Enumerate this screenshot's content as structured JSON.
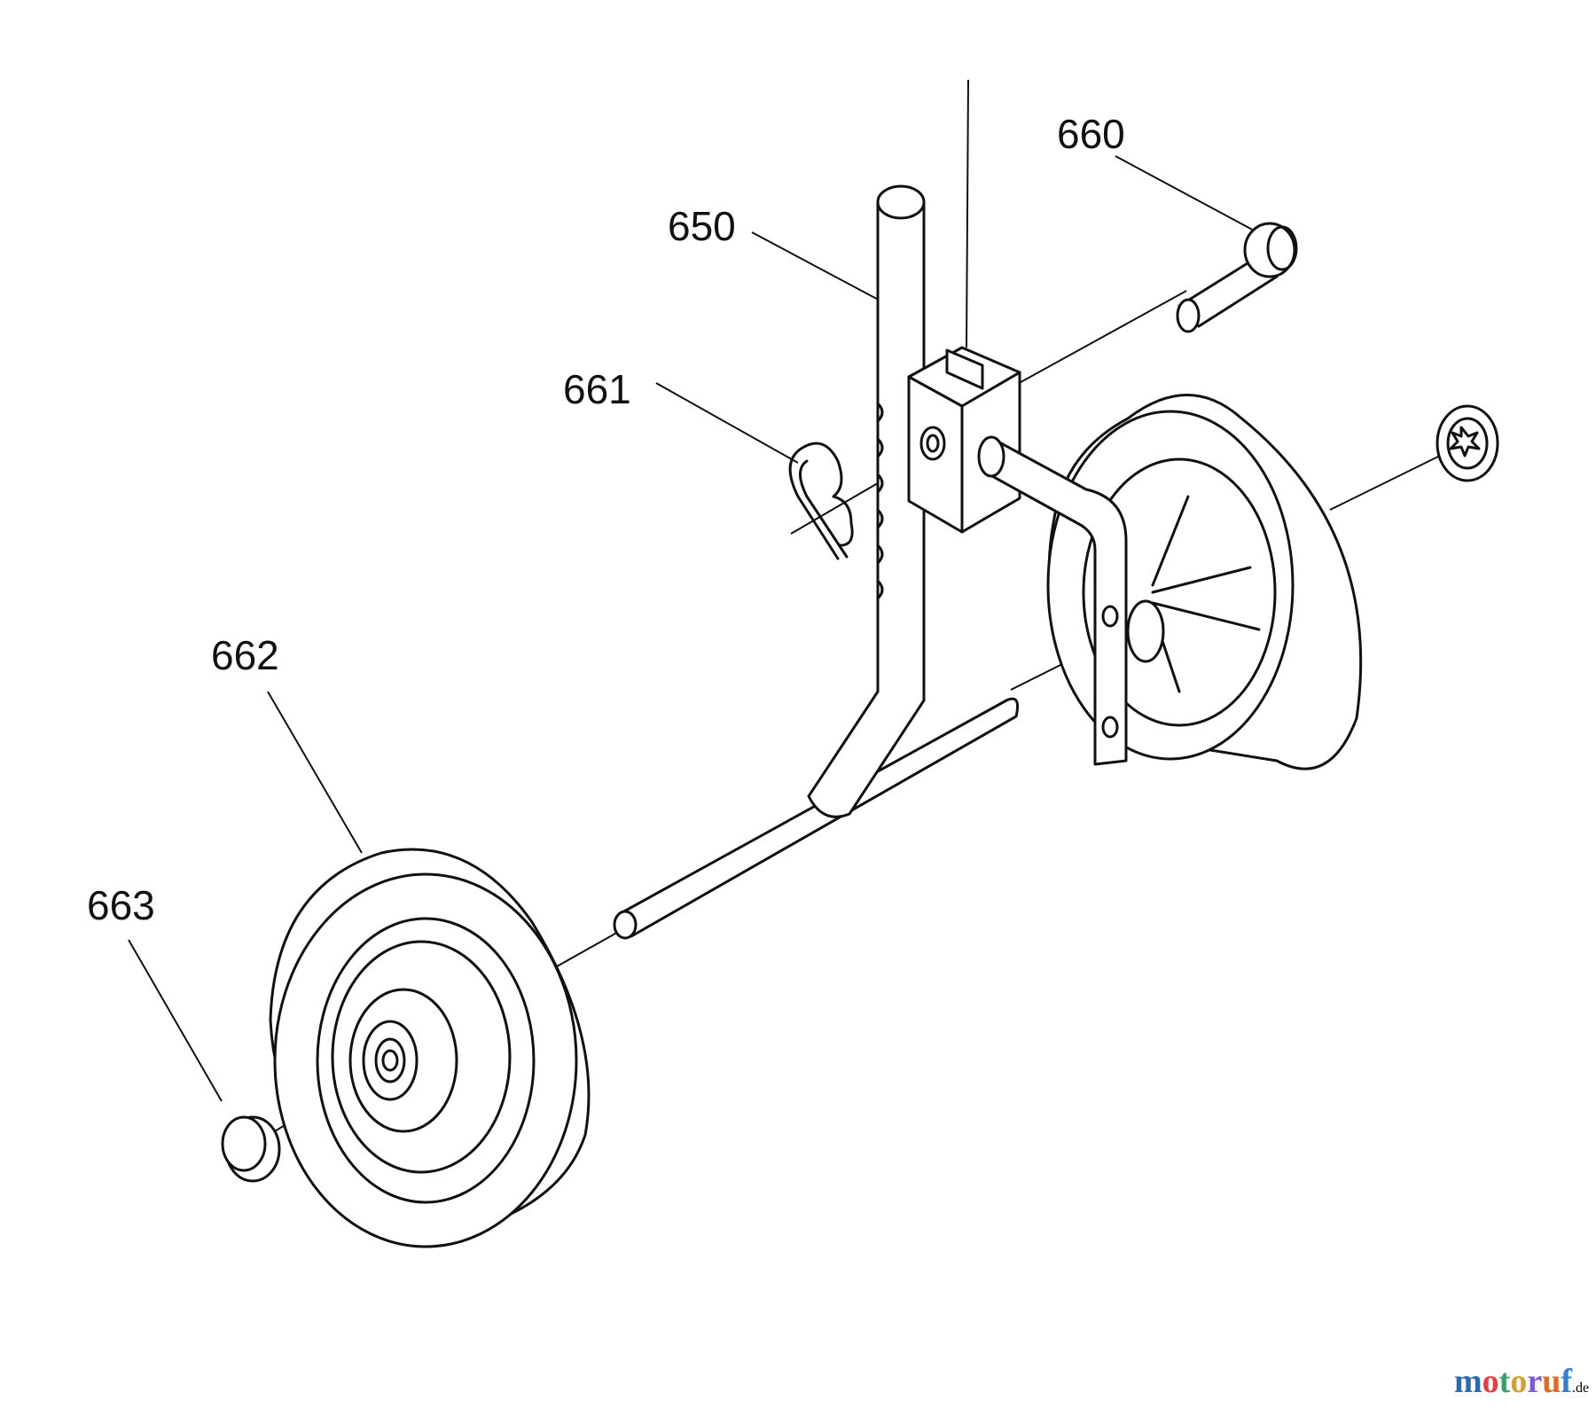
{
  "diagram": {
    "parts": [
      {
        "number": "650"
      },
      {
        "number": "660"
      },
      {
        "number": "661"
      },
      {
        "number": "662"
      },
      {
        "number": "663"
      }
    ]
  },
  "watermark": {
    "text": "motoruf",
    "suffix": ".de",
    "letter_colors": [
      "#2b6cb0",
      "#e53e3e",
      "#38a169",
      "#d69e2e",
      "#805ad5",
      "#dd6b20",
      "#3182ce"
    ]
  }
}
